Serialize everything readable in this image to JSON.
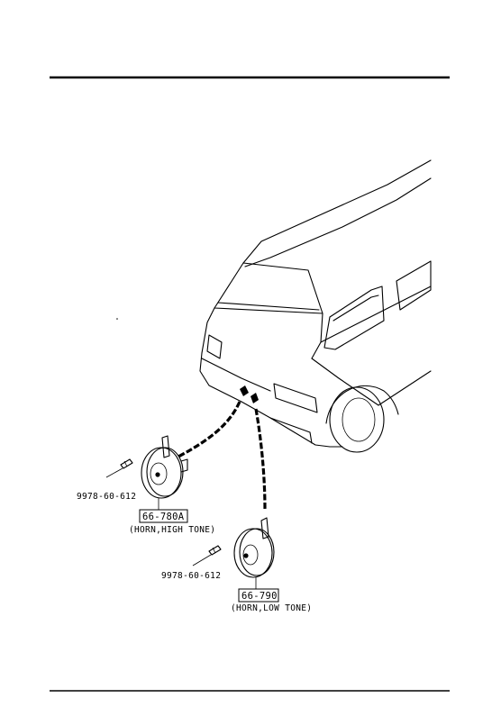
{
  "callouts": {
    "high_horn_part": "66-780A",
    "high_horn_desc": "(HORN,HIGH TONE)",
    "high_bolt_part": "9978-60-612",
    "low_horn_part": "66-790",
    "low_horn_desc": "(HORN,LOW TONE)",
    "low_bolt_part": "9978-60-612"
  }
}
